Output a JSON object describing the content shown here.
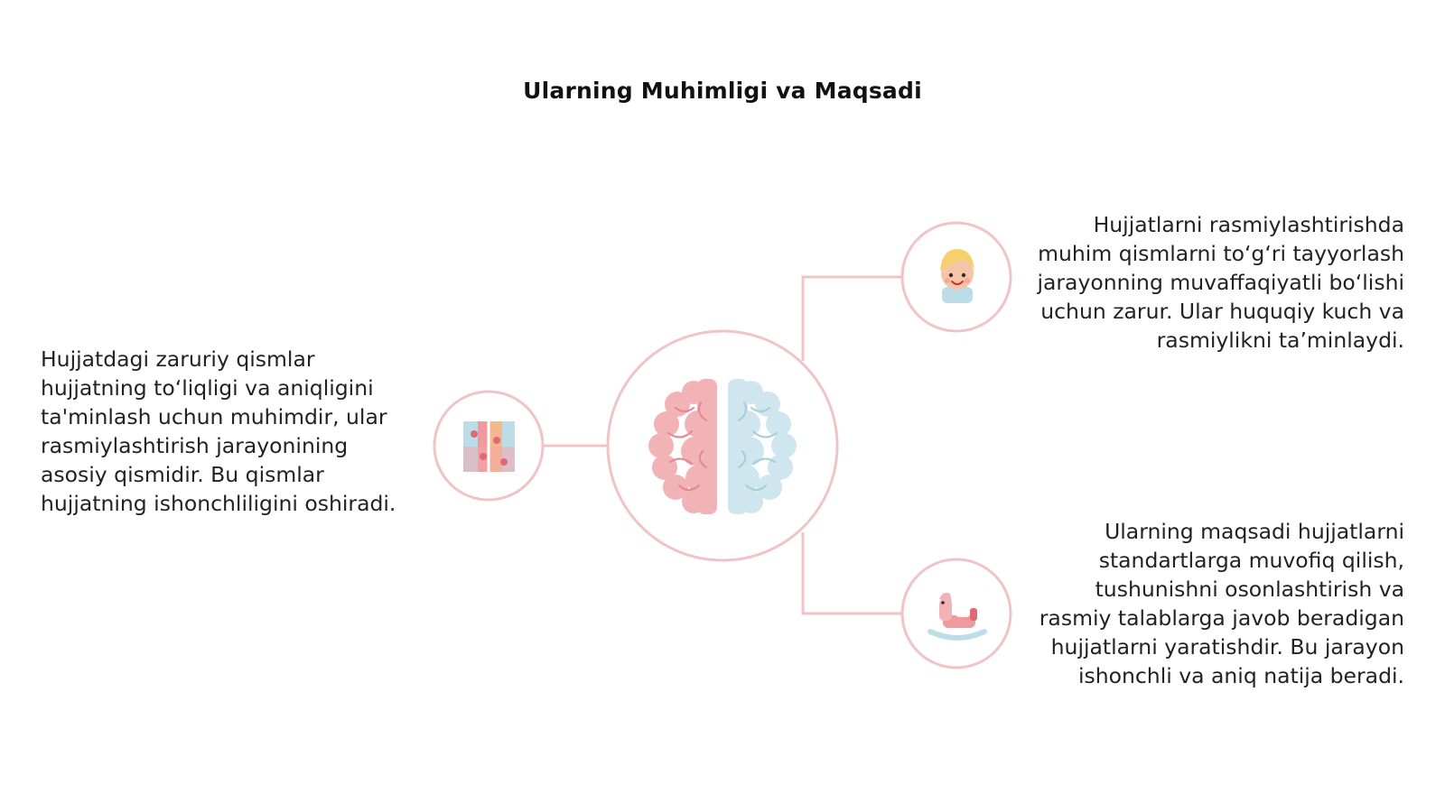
{
  "title": "Ularning Muhimligi va Maqsadi",
  "left_text": "Hujjatdagi zaruriy qismlar hujjatning to‘liqligi va aniqligini ta'minlash uchun muhimdir, ular rasmiylashtirish jarayonining asosiy qismidir. Bu qismlar hujjatning ishonchliligini oshiradi.",
  "right_top_text": "Hujjatlarni rasmiylashtirishda muhim qismlarni to‘g‘ri tayyorlash jarayonning muvaffaqiyatli bo‘lishi uchun zarur. Ular huquqiy kuch va rasmiylikni ta’minlaydi.",
  "right_bottom_text": "Ularning maqsadi hujjatlarni standartlarga muvofiq qilish, tushunishni osonlashtirish va rasmiy talablarga javob beradigan hujjatlarni yaratishdir. Bu jarayon ishonchli va aniq natija beradi.",
  "icons": {
    "center": "brain-icon",
    "left": "puzzle-icon",
    "right_top": "child-face-icon",
    "right_bottom": "rocking-horse-icon"
  },
  "colors": {
    "accent": "#f0c4c7",
    "pink": "#ef9a9f",
    "blue": "#bcdde8"
  }
}
